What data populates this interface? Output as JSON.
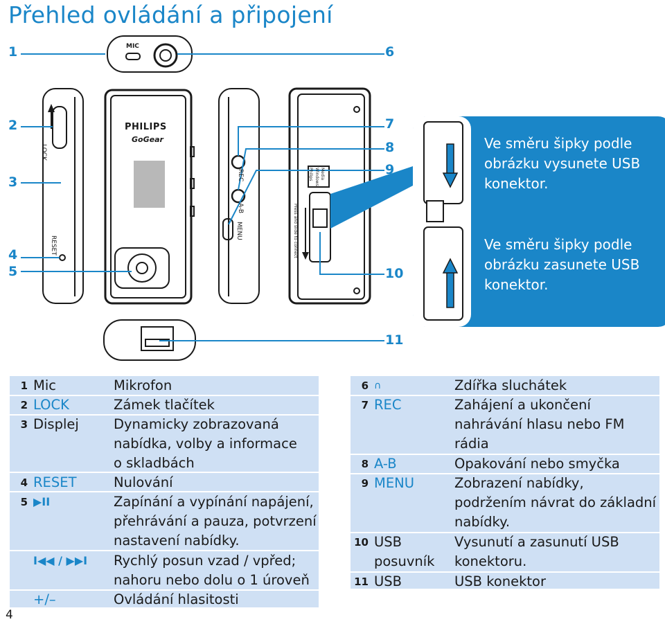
{
  "page": {
    "title": "Přehled ovládání a připojení",
    "page_number": "4"
  },
  "device_labels": {
    "mic": "MIC",
    "lock": "LOCK",
    "reset": "RESET",
    "brand": "PHILIPS",
    "model": "GoGear",
    "rec": "REC",
    "ab": "A-B",
    "menu": "MENU",
    "usb_slide": "Press and slide to connect",
    "label_plain": "Philips",
    "label_windows": "Windows",
    "label_media": "Media"
  },
  "callouts": [
    "1",
    "2",
    "3",
    "4",
    "5",
    "6",
    "7",
    "8",
    "9",
    "10",
    "11"
  ],
  "usb_instructions": {
    "eject": "Ve směru šipky podle obrázku vysunete USB konektor.",
    "retract": "Ve směru šipky podle obrázku zasunete USB konektor."
  },
  "table_left": [
    {
      "num": "1",
      "key": "Mic",
      "lines": [
        "Mikrofon"
      ]
    },
    {
      "num": "2",
      "key": "LOCK",
      "lines": [
        "Zámek tlačítek"
      ]
    },
    {
      "num": "3",
      "key": "Displej",
      "lines": [
        "Dynamicky zobrazovaná",
        "nabídka, volby a informace",
        "o skladbách"
      ]
    },
    {
      "num": "4",
      "key": "RESET",
      "lines": [
        "Nulování"
      ]
    },
    {
      "num": "5",
      "key": "▶II",
      "lines": [
        "Zapínání a vypínání napájení,",
        "přehrávání a pauza, potvrzení",
        "nastavení nabídky."
      ]
    },
    {
      "num": "",
      "key": "I◀◀ / ▶▶I",
      "lines": [
        "Rychlý posun vzad / vpřed;",
        "nahoru nebo dolu o 1 úroveň"
      ]
    },
    {
      "num": "",
      "key": "+/–",
      "lines": [
        "Ovládání hlasitosti"
      ]
    }
  ],
  "table_right": [
    {
      "num": "6",
      "key": "🎧",
      "lines": [
        "Zdířka sluchátek"
      ]
    },
    {
      "num": "7",
      "key": "REC",
      "lines": [
        "Zahájení a ukončení",
        "nahrávání hlasu nebo FM",
        "rádia"
      ]
    },
    {
      "num": "8",
      "key": "A-B",
      "lines": [
        "Opakování nebo smyčka"
      ]
    },
    {
      "num": "9",
      "key": "MENU",
      "lines": [
        "Zobrazení nabídky,",
        "podržením návrat do základní",
        "nabídky."
      ]
    },
    {
      "num": "10",
      "key": "USB",
      "key2": "posuvník",
      "lines": [
        "Vysunutí a zasunutí USB",
        "konektoru."
      ]
    },
    {
      "num": "11",
      "key": "USB",
      "lines": [
        "USB konektor"
      ]
    }
  ]
}
